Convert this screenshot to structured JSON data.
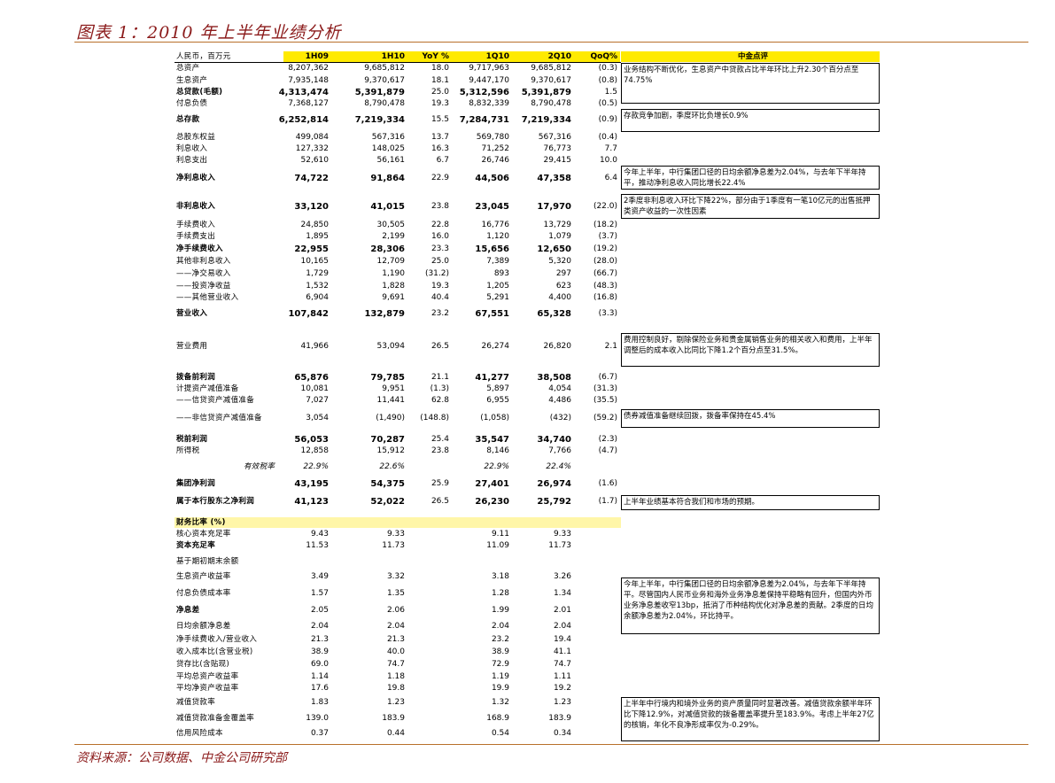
{
  "title": "图表 1：2010 年上半年业绩分析",
  "source": "资料来源：公司数据、中金公司研究部",
  "header": {
    "label": "人民币，百万元",
    "cols": [
      "1H09",
      "1H10",
      "YoY %",
      "1Q10",
      "2Q10",
      "QoQ%"
    ],
    "comment": "中金点评"
  },
  "rows": [
    {
      "label": "总资产",
      "v": [
        "8,207,362",
        "9,685,812",
        "18.0",
        "9,717,963",
        "9,685,812",
        "(0.3)"
      ]
    },
    {
      "label": "生息资产",
      "v": [
        "7,935,148",
        "9,370,617",
        "18.1",
        "9,447,170",
        "9,370,617",
        "(0.8)"
      ]
    },
    {
      "label": "总贷款(毛额)",
      "v": [
        "4,313,474",
        "5,391,879",
        "25.0",
        "5,312,596",
        "5,391,879",
        "1.5"
      ]
    },
    {
      "label": "付息负债",
      "v": [
        "7,368,127",
        "8,790,478",
        "19.3",
        "8,832,339",
        "8,790,478",
        "(0.5)"
      ]
    },
    {
      "label": "总存款",
      "v": [
        "6,252,814",
        "7,219,334",
        "15.5",
        "7,284,731",
        "7,219,334",
        "(0.9)"
      ]
    },
    {
      "label": "总股东权益",
      "v": [
        "499,084",
        "567,316",
        "13.7",
        "569,780",
        "567,316",
        "(0.4)"
      ]
    },
    {
      "label": "利息收入",
      "v": [
        "127,332",
        "148,025",
        "16.3",
        "71,252",
        "76,773",
        "7.7"
      ]
    },
    {
      "label": "利息支出",
      "v": [
        "52,610",
        "56,161",
        "6.7",
        "26,746",
        "29,415",
        "10.0"
      ]
    },
    {
      "label": "净利息收入",
      "v": [
        "74,722",
        "91,864",
        "22.9",
        "44,506",
        "47,358",
        "6.4"
      ]
    },
    {
      "label": "非利息收入",
      "v": [
        "33,120",
        "41,015",
        "23.8",
        "23,045",
        "17,970",
        "(22.0)"
      ]
    },
    {
      "label": "手续费收入",
      "v": [
        "24,850",
        "30,505",
        "22.8",
        "16,776",
        "13,729",
        "(18.2)"
      ]
    },
    {
      "label": "手续费支出",
      "v": [
        "1,895",
        "2,199",
        "16.0",
        "1,120",
        "1,079",
        "(3.7)"
      ]
    },
    {
      "label": "净手续费收入",
      "v": [
        "22,955",
        "28,306",
        "23.3",
        "15,656",
        "12,650",
        "(19.2)"
      ]
    },
    {
      "label": "其他非利息收入",
      "v": [
        "10,165",
        "12,709",
        "25.0",
        "7,389",
        "5,320",
        "(28.0)"
      ]
    },
    {
      "label": "——净交易收入",
      "v": [
        "1,729",
        "1,190",
        "(31.2)",
        "893",
        "297",
        "(66.7)"
      ]
    },
    {
      "label": "——投资净收益",
      "v": [
        "1,532",
        "1,828",
        "19.3",
        "1,205",
        "623",
        "(48.3)"
      ]
    },
    {
      "label": "——其他营业收入",
      "v": [
        "6,904",
        "9,691",
        "40.4",
        "5,291",
        "4,400",
        "(16.8)"
      ]
    },
    {
      "label": "营业收入",
      "v": [
        "107,842",
        "132,879",
        "23.2",
        "67,551",
        "65,328",
        "(3.3)"
      ]
    },
    {
      "label": "营业费用",
      "v": [
        "41,966",
        "53,094",
        "26.5",
        "26,274",
        "26,820",
        "2.1"
      ]
    },
    {
      "label": "拨备前利润",
      "v": [
        "65,876",
        "79,785",
        "21.1",
        "41,277",
        "38,508",
        "(6.7)"
      ]
    },
    {
      "label": "计提资产减值准备",
      "v": [
        "10,081",
        "9,951",
        "(1.3)",
        "5,897",
        "4,054",
        "(31.3)"
      ]
    },
    {
      "label": "——信贷资产减值准备",
      "v": [
        "7,027",
        "11,441",
        "62.8",
        "6,955",
        "4,486",
        "(35.5)"
      ]
    },
    {
      "label": "——非信贷资产减值准备",
      "v": [
        "3,054",
        "(1,490)",
        "(148.8)",
        "(1,058)",
        "(432)",
        "(59.2)"
      ]
    },
    {
      "label": "税前利润",
      "v": [
        "56,053",
        "70,287",
        "25.4",
        "35,547",
        "34,740",
        "(2.3)"
      ]
    },
    {
      "label": "所得税",
      "v": [
        "12,858",
        "15,912",
        "23.8",
        "8,146",
        "7,766",
        "(4.7)"
      ]
    },
    {
      "label": "有效税率",
      "v": [
        "22.9%",
        "22.6%",
        "",
        "22.9%",
        "22.4%",
        ""
      ]
    },
    {
      "label": "集团净利润",
      "v": [
        "43,195",
        "54,375",
        "25.9",
        "27,401",
        "26,974",
        "(1.6)"
      ]
    },
    {
      "label": "属于本行股东之净利润",
      "v": [
        "41,123",
        "52,022",
        "26.5",
        "26,230",
        "25,792",
        "(1.7)"
      ]
    },
    {
      "label": "财务比率 (%)",
      "v": [
        "",
        "",
        "",
        "",
        "",
        ""
      ]
    },
    {
      "label": "核心资本充足率",
      "v": [
        "9.43",
        "9.33",
        "",
        "9.11",
        "9.33",
        ""
      ]
    },
    {
      "label": "资本充足率",
      "v": [
        "11.53",
        "11.73",
        "",
        "11.09",
        "11.73",
        ""
      ]
    },
    {
      "label": "基于期初期末余额",
      "v": [
        "",
        "",
        "",
        "",
        "",
        ""
      ]
    },
    {
      "label": "生息资产收益率",
      "v": [
        "3.49",
        "3.32",
        "",
        "3.18",
        "3.26",
        ""
      ]
    },
    {
      "label": "付息负债成本率",
      "v": [
        "1.57",
        "1.35",
        "",
        "1.28",
        "1.34",
        ""
      ]
    },
    {
      "label": "净息差",
      "v": [
        "2.05",
        "2.06",
        "",
        "1.99",
        "2.01",
        ""
      ]
    },
    {
      "label": "日均余额净息差",
      "v": [
        "2.04",
        "2.04",
        "",
        "2.04",
        "2.04",
        ""
      ]
    },
    {
      "label": "净手续费收入/营业收入",
      "v": [
        "21.3",
        "21.3",
        "",
        "23.2",
        "19.4",
        ""
      ]
    },
    {
      "label": "收入成本比(含营业税)",
      "v": [
        "38.9",
        "40.0",
        "",
        "38.9",
        "41.1",
        ""
      ]
    },
    {
      "label": "贷存比(含贴现)",
      "v": [
        "69.0",
        "74.7",
        "",
        "72.9",
        "74.7",
        ""
      ]
    },
    {
      "label": "平均总资产收益率",
      "v": [
        "1.14",
        "1.18",
        "",
        "1.19",
        "1.11",
        ""
      ]
    },
    {
      "label": "平均净资产收益率",
      "v": [
        "17.6",
        "19.8",
        "",
        "19.9",
        "19.2",
        ""
      ]
    },
    {
      "label": "减值贷款率",
      "v": [
        "1.83",
        "1.23",
        "",
        "1.32",
        "1.23",
        ""
      ]
    },
    {
      "label": "减值贷款准备金覆盖率",
      "v": [
        "139.0",
        "183.9",
        "",
        "168.9",
        "183.9",
        ""
      ]
    },
    {
      "label": "信用风险成本",
      "v": [
        "0.37",
        "0.44",
        "",
        "0.54",
        "0.34",
        ""
      ]
    }
  ],
  "comments": [
    "业务结构不断优化，生息资产中贷款占比半年环比上升2.30个百分点至74.75%",
    "存款竞争加剧，季度环比负增长0.9%",
    "今年上半年，中行集团口径的日均余额净息差为2.04%，与去年下半年持平，推动净利息收入同比增长22.4%",
    "2季度非利息收入环比下降22%，部分由于1季度有一笔10亿元的出售抵押类资产收益的一次性因素",
    "费用控制良好，剔除保险业务和贵金属销售业务的相关收入和费用，上半年调整后的成本收入比同比下降1.2个百分点至31.5%。",
    "债券减值准备继续回拨，拨备率保持在45.4%",
    "上半年业绩基本符合我们和市场的预期。",
    "今年上半年，中行集团口径的日均余额净息差为2.04%，与去年下半年持平。尽管国内人民币业务和海外业务净息差保持平稳略有回升，但国内外币业务净息差收窄13bp，抵消了币种结构优化对净息差的贡献。2季度的日均余额净息差为2.04%，环比持平。",
    "上半年中行境内和境外业务的资产质量同时显著改善。减值贷款余额半年环比下降12.9%，对减值贷款的拨备覆盖率提升至183.9%。考虑上半年27亿的核销，年化不良净形成率仅为-0.29%。"
  ]
}
